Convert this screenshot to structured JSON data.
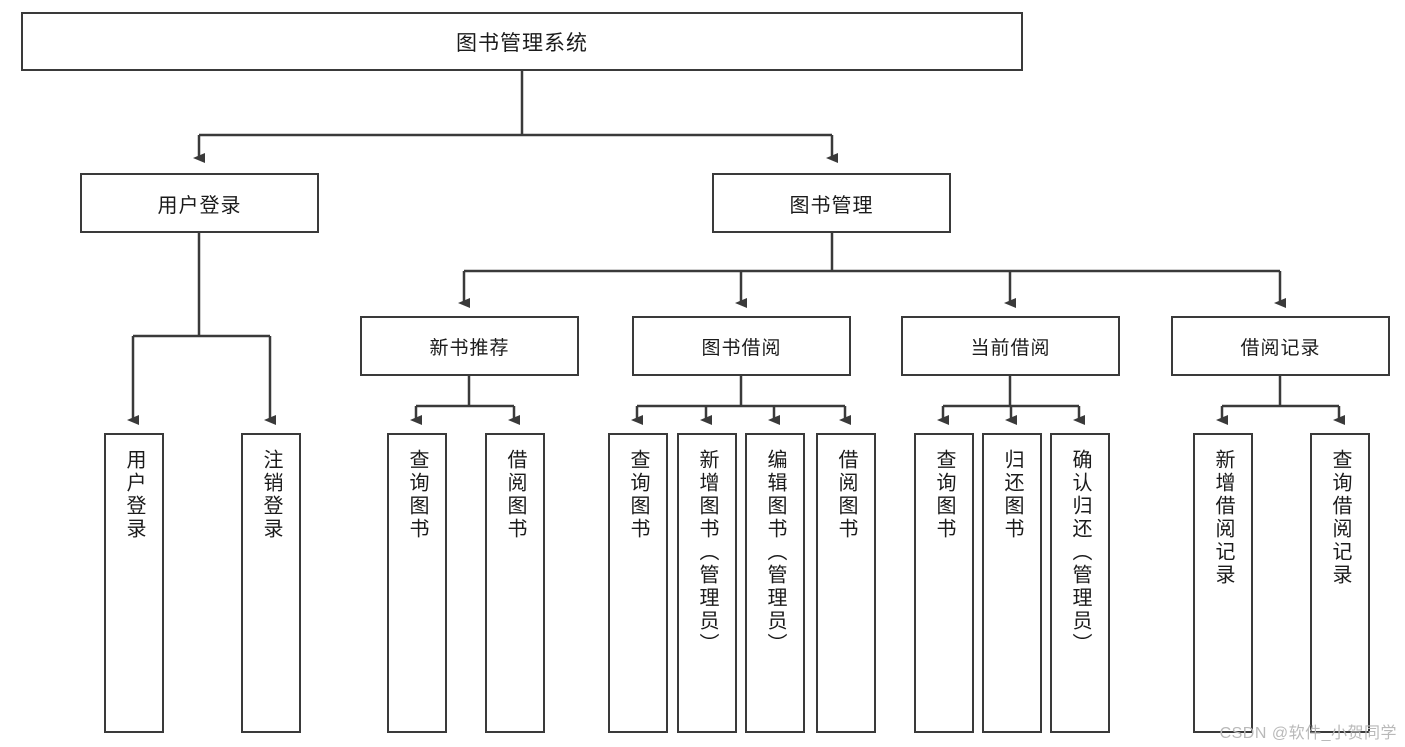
{
  "diagram": {
    "type": "hierarchy-tree",
    "title": "图书管理系统",
    "watermark": "CSDN @软件_小贺同学",
    "colors": {
      "background": "#ffffff",
      "box_border": "#3a3a3a",
      "box_fill": "#ffffff",
      "connector": "#3a3a3a",
      "text": "#1b1b1b",
      "watermark": "#b9b9b9"
    },
    "nodes": {
      "root": {
        "label": "图书管理系统",
        "level": 1,
        "orientation": "horizontal"
      },
      "level2": [
        {
          "id": "user-login",
          "label": "用户登录",
          "orientation": "horizontal"
        },
        {
          "id": "book-management",
          "label": "图书管理",
          "orientation": "horizontal"
        }
      ],
      "level3": [
        {
          "id": "new-book-recommend",
          "label": "新书推荐",
          "orientation": "horizontal"
        },
        {
          "id": "book-borrow",
          "label": "图书借阅",
          "orientation": "horizontal"
        },
        {
          "id": "current-borrow",
          "label": "当前借阅",
          "orientation": "horizontal"
        },
        {
          "id": "borrow-record",
          "label": "借阅记录",
          "orientation": "horizontal"
        }
      ],
      "leaves": [
        {
          "id": "leaf-user-login",
          "label": "用户登录",
          "parent": "user-login",
          "orientation": "vertical"
        },
        {
          "id": "leaf-logout",
          "label": "注销登录",
          "parent": "user-login",
          "orientation": "vertical"
        },
        {
          "id": "leaf-query-book-1",
          "label": "查询图书",
          "parent": "new-book-recommend",
          "orientation": "vertical"
        },
        {
          "id": "leaf-borrow-book-1",
          "label": "借阅图书",
          "parent": "new-book-recommend",
          "orientation": "vertical"
        },
        {
          "id": "leaf-query-book-2",
          "label": "查询图书",
          "parent": "book-borrow",
          "orientation": "vertical"
        },
        {
          "id": "leaf-add-book",
          "label": "新增图书（管理员）",
          "parent": "book-borrow",
          "orientation": "vertical"
        },
        {
          "id": "leaf-edit-book",
          "label": "编辑图书（管理员）",
          "parent": "book-borrow",
          "orientation": "vertical"
        },
        {
          "id": "leaf-borrow-book-2",
          "label": "借阅图书",
          "parent": "book-borrow",
          "orientation": "vertical"
        },
        {
          "id": "leaf-query-book-3",
          "label": "查询图书",
          "parent": "current-borrow",
          "orientation": "vertical"
        },
        {
          "id": "leaf-return-book",
          "label": "归还图书",
          "parent": "current-borrow",
          "orientation": "vertical"
        },
        {
          "id": "leaf-confirm-return",
          "label": "确认归还（管理员）",
          "parent": "current-borrow",
          "orientation": "vertical"
        },
        {
          "id": "leaf-add-record",
          "label": "新增借阅记录",
          "parent": "borrow-record",
          "orientation": "vertical"
        },
        {
          "id": "leaf-query-record",
          "label": "查询借阅记录",
          "parent": "borrow-record",
          "orientation": "vertical"
        }
      ]
    }
  }
}
